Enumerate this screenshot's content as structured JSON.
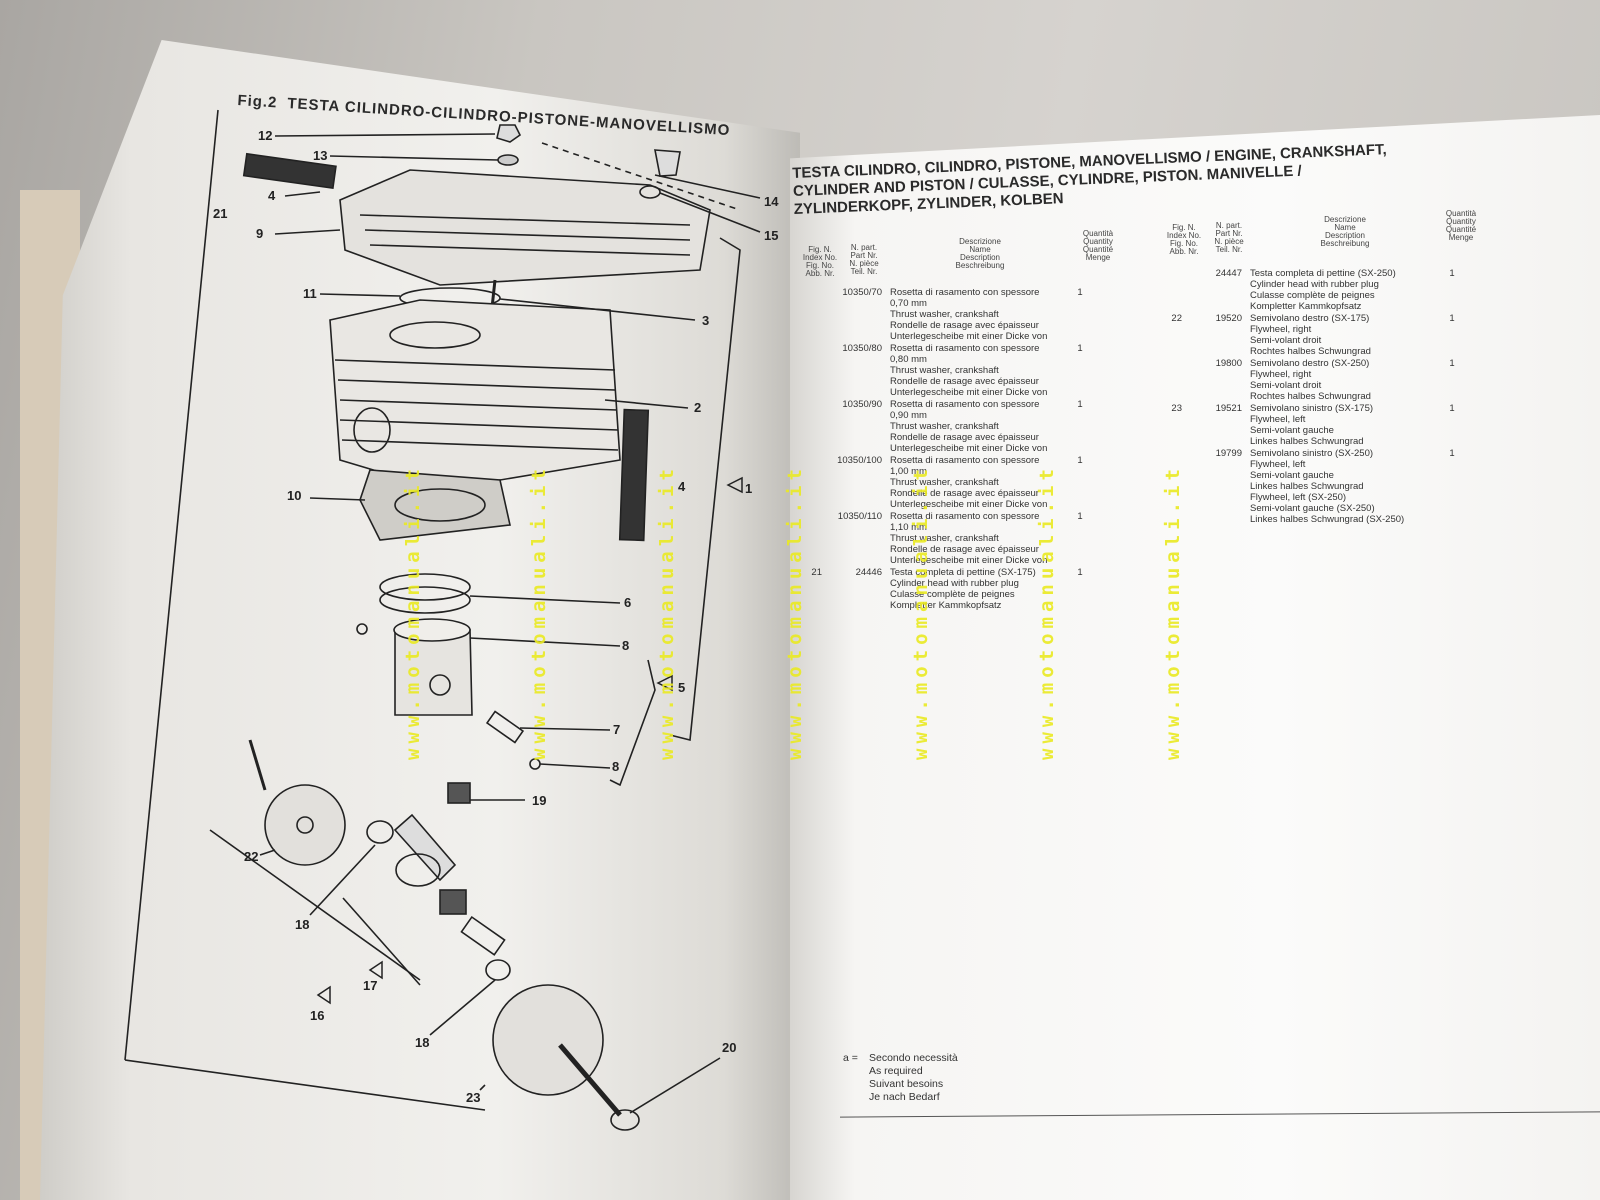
{
  "figure": {
    "label": "Fig.2",
    "title": "TESTA CILINDRO-CILINDRO-PISTONE-MANOVELLISMO",
    "callouts": [
      "12",
      "13",
      "4",
      "21",
      "9",
      "11",
      "3",
      "2",
      "4",
      "1",
      "10",
      "6",
      "8",
      "5",
      "7",
      "8",
      "19",
      "22",
      "18",
      "17",
      "16",
      "18",
      "20",
      "23",
      "14",
      "15"
    ]
  },
  "parts_page": {
    "title": "TESTA CILINDRO, CILINDRO, PISTONE, MANOVELLISMO / ENGINE, CRANKSHAFT, CYLINDER AND PISTON / CULASSE, CYLINDRE, PISTON. MANIVELLE / ZYLINDERKOPF, ZYLINDER, KOLBEN",
    "headers": {
      "fig": "Fig. N.\nIndex No.\nFig. No.\nAbb. Nr.",
      "part": "N. part.\nPart Nr.\nN. pièce\nTeil. Nr.",
      "desc": "Descrizione\nName\nDescription\nBeschreibung",
      "qty": "Quantità\nQuantity\nQuantité\nMenge"
    },
    "left_rows": [
      {
        "fig": "",
        "part": "10350/70",
        "desc": [
          "Rosetta di rasamento con spessore",
          "0,70 mm",
          "Thrust washer, crankshaft",
          "Rondelle de rasage avec épaisseur",
          "Unterlegescheibe mit einer Dicke von"
        ],
        "qty": "1"
      },
      {
        "fig": "",
        "part": "10350/80",
        "desc": [
          "Rosetta di rasamento con spessore",
          "0,80 mm",
          "Thrust washer, crankshaft",
          "Rondelle de rasage avec épaisseur",
          "Unterlegescheibe mit einer Dicke von"
        ],
        "qty": "1"
      },
      {
        "fig": "",
        "part": "10350/90",
        "desc": [
          "Rosetta di rasamento con spessore",
          "0,90 mm",
          "Thrust washer, crankshaft",
          "Rondelle de rasage avec épaisseur",
          "Unterlegescheibe mit einer Dicke von"
        ],
        "qty": "1"
      },
      {
        "fig": "",
        "part": "10350/100",
        "desc": [
          "Rosetta di rasamento con spessore",
          "1,00 mm",
          "Thrust washer, crankshaft",
          "Rondelle de rasage avec épaisseur",
          "Unterlegescheibe mit einer Dicke von"
        ],
        "qty": "1"
      },
      {
        "fig": "",
        "part": "10350/110",
        "desc": [
          "Rosetta di rasamento con spessore",
          "1,10 mm",
          "Thrust washer, crankshaft",
          "Rondelle de rasage avec épaisseur",
          "Unterlegescheibe mit einer Dicke von"
        ],
        "qty": "1"
      },
      {
        "fig": "21",
        "part": "24446",
        "desc": [
          "Testa completa di pettine (SX-175)",
          "Cylinder head with rubber plug",
          "Culasse complète de peignes",
          "Kompletter Kammkopfsatz"
        ],
        "qty": "1"
      }
    ],
    "right_rows": [
      {
        "fig": "",
        "part": "24447",
        "desc": [
          "Testa completa di pettine (SX-250)",
          "Cylinder head with rubber plug",
          "Culasse complète de peignes",
          "Kompletter Kammkopfsatz"
        ],
        "qty": "1"
      },
      {
        "fig": "22",
        "part": "19520",
        "desc": [
          "Semivolano destro (SX-175)",
          "Flywheel, right",
          "Semi-volant droit",
          "Rochtes halbes Schwungrad"
        ],
        "qty": "1"
      },
      {
        "fig": "",
        "part": "19800",
        "desc": [
          "Semivolano destro (SX-250)",
          "Flywheel, right",
          "Semi-volant droit",
          "Rochtes halbes Schwungrad"
        ],
        "qty": "1"
      },
      {
        "fig": "23",
        "part": "19521",
        "desc": [
          "Semivolano sinistro (SX-175)",
          "Flywheel, left",
          "Semi-volant gauche",
          "Linkes halbes Schwungrad"
        ],
        "qty": "1"
      },
      {
        "fig": "",
        "part": "19799",
        "desc": [
          "Semivolano sinistro (SX-250)",
          "Flywheel, left",
          "Semi-volant gauche",
          "Linkes halbes Schwungrad",
          "Flywheel, left (SX-250)",
          "Semi-volant gauche (SX-250)",
          "Linkes halbes Schwungrad (SX-250)"
        ],
        "qty": "1"
      }
    ],
    "note": {
      "key": "a =",
      "lines": [
        "Secondo necessità",
        "As required",
        "Suivant besoins",
        "Je nach Bedarf"
      ]
    }
  },
  "watermark": "www.motomanuali.it",
  "colors": {
    "watermark": "#eaea22",
    "paper": "#f6f5f3",
    "ink": "#2a2a2a"
  }
}
